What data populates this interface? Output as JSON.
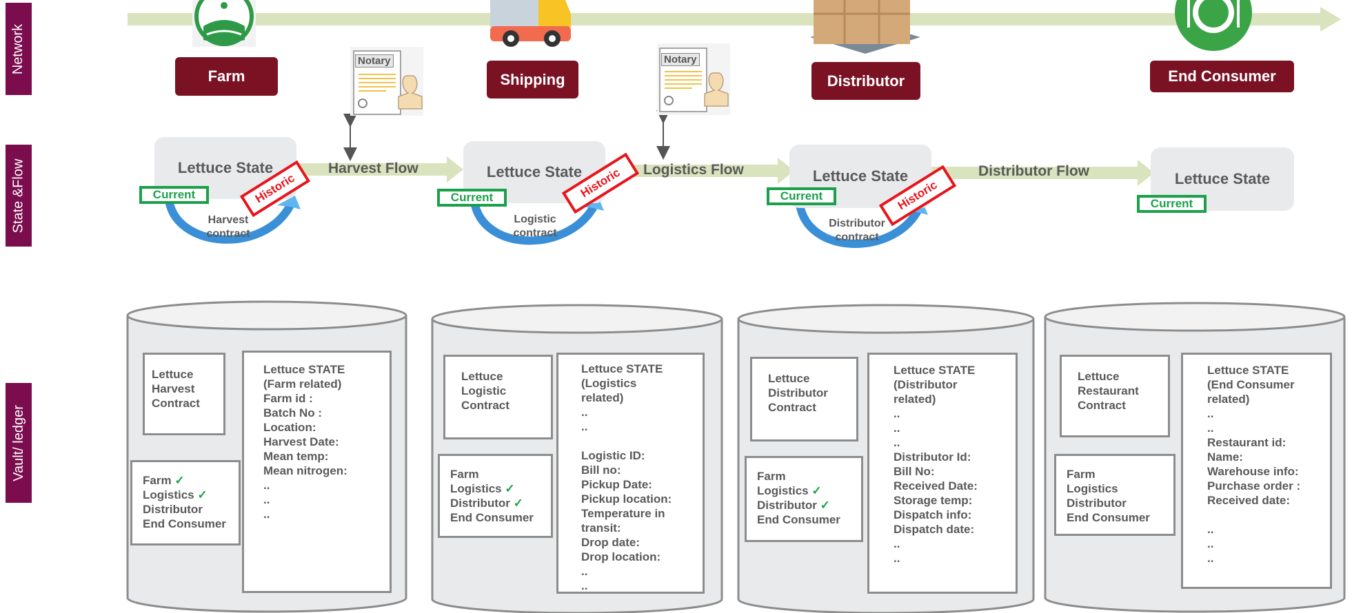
{
  "side_labels": {
    "network": "Network",
    "state_flow": "State &Flow",
    "vault": "Vault/ ledger"
  },
  "actors": {
    "farm": "Farm",
    "shipping": "Shipping",
    "distributor": "Distributor",
    "end_consumer": "End Consumer"
  },
  "notary_label": "Notary",
  "states": {
    "s1": "Lettuce State",
    "s2": "Lettuce State",
    "s3": "Lettuce State",
    "s4": "Lettuce State"
  },
  "current_label": "Current",
  "historic_label": "Historic",
  "flows": {
    "harvest": "Harvest Flow",
    "logistics": "Logistics Flow",
    "distributor": "Distributor Flow"
  },
  "contracts": {
    "harvest": [
      "Harvest",
      "contract"
    ],
    "logistic": [
      "Logistic",
      "contract"
    ],
    "distributor": [
      "Distributor",
      "contract"
    ]
  },
  "vaults": [
    {
      "contract": [
        "Lettuce",
        "Harvest",
        "Contract"
      ],
      "parties": [
        {
          "name": "Farm",
          "check": "✓"
        },
        {
          "name": "Logistics",
          "check": "✓"
        },
        {
          "name": "Distributor",
          "check": ""
        },
        {
          "name": "End Consumer",
          "check": ""
        }
      ],
      "state": [
        "Lettuce STATE",
        "(Farm related)",
        "Farm id :",
        "Batch No :",
        "Location:",
        "Harvest Date:",
        "Mean temp:",
        "Mean nitrogen:",
        "..",
        "..",
        ".."
      ]
    },
    {
      "contract": [
        "Lettuce",
        "Logistic",
        "Contract"
      ],
      "parties": [
        {
          "name": "Farm",
          "check": ""
        },
        {
          "name": "Logistics",
          "check": "✓"
        },
        {
          "name": "Distributor",
          "check": "✓"
        },
        {
          "name": "End Consumer",
          "check": ""
        }
      ],
      "state": [
        "Lettuce STATE",
        "(Logistics",
        "related)",
        "..",
        "..",
        "",
        "Logistic ID:",
        "Bill no:",
        "Pickup Date:",
        "Pickup location:",
        "Temperature in",
        "transit:",
        "Drop date:",
        "Drop location:",
        "..",
        ".."
      ]
    },
    {
      "contract": [
        "Lettuce",
        "Distributor",
        "Contract"
      ],
      "parties": [
        {
          "name": "Farm",
          "check": ""
        },
        {
          "name": "Logistics",
          "check": "✓"
        },
        {
          "name": "Distributor",
          "check": "✓"
        },
        {
          "name": "End Consumer",
          "check": ""
        }
      ],
      "state": [
        "Lettuce STATE",
        "(Distributor",
        "related)",
        "..",
        "..",
        "..",
        "Distributor Id:",
        "Bill No:",
        "Received Date:",
        "Storage temp:",
        "Dispatch info:",
        "Dispatch date:",
        "..",
        ".."
      ]
    },
    {
      "contract": [
        "Lettuce",
        "Restaurant",
        "Contract"
      ],
      "parties": [
        {
          "name": "Farm",
          "check": ""
        },
        {
          "name": "Logistics",
          "check": ""
        },
        {
          "name": "Distributor",
          "check": ""
        },
        {
          "name": "End Consumer",
          "check": ""
        }
      ],
      "state": [
        "Lettuce STATE",
        "(End Consumer",
        "related)",
        "..",
        "..",
        "Restaurant id:",
        "Name:",
        "Warehouse info:",
        "Purchase order :",
        "Received date:",
        "",
        "..",
        "..",
        ".."
      ]
    }
  ],
  "colors": {
    "brand": "#7a1224",
    "side": "#7b0d4e",
    "green": "#1aa04a",
    "red": "#e8141c",
    "flow": "#d9e3bd",
    "arc": "#3a8fd6"
  },
  "icons": [
    "farm-icon",
    "truck-icon",
    "boxes-icon",
    "plate-icon",
    "notary-document-icon"
  ]
}
